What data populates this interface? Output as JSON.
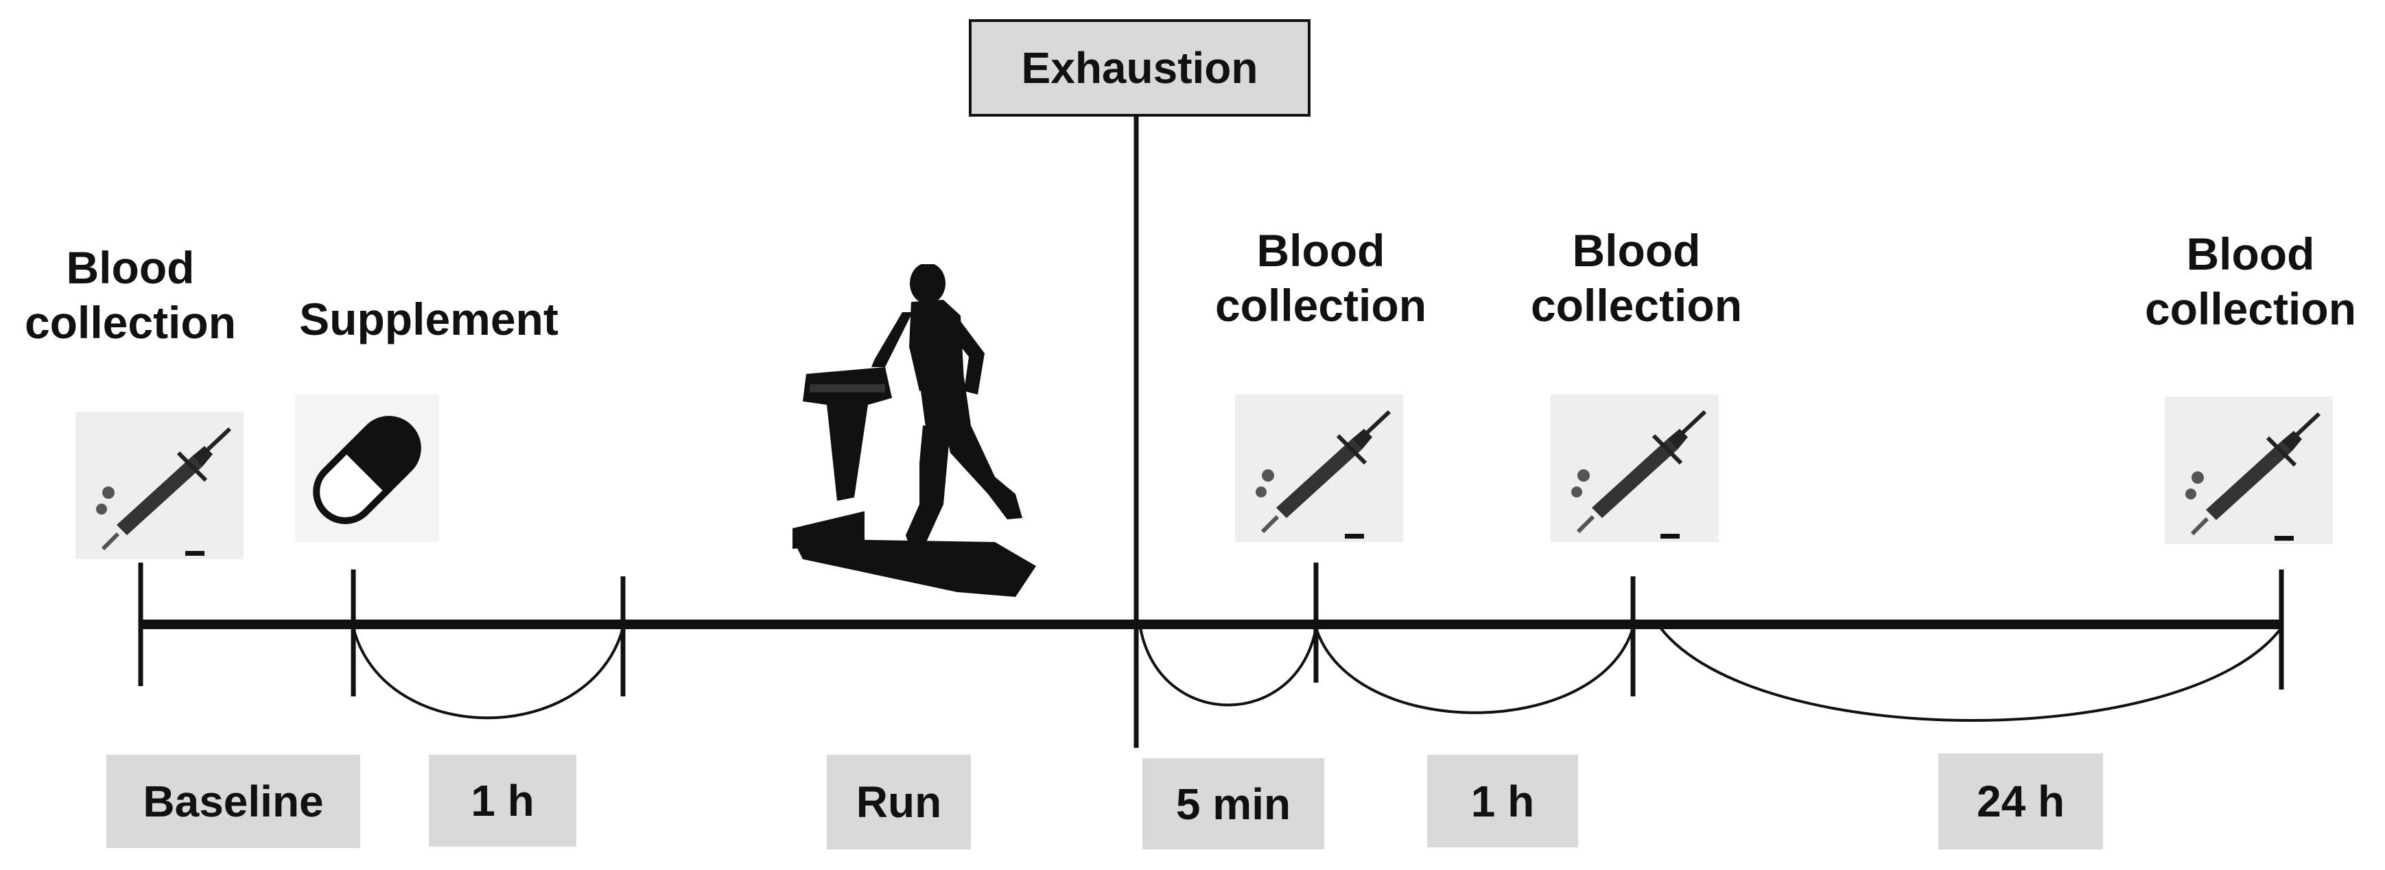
{
  "milestone": {
    "label": "Exhaustion"
  },
  "events": [
    {
      "line1": "Blood",
      "line2": "collection",
      "icon": "syringe-icon"
    },
    {
      "line1": "Supplement",
      "icon": "capsule-icon"
    },
    {
      "icon": "treadmill-runner-icon"
    },
    {
      "line1": "Blood",
      "line2": "collection",
      "icon": "syringe-icon"
    },
    {
      "line1": "Blood",
      "line2": "collection",
      "icon": "syringe-icon"
    },
    {
      "line1": "Blood",
      "line2": "collection",
      "icon": "syringe-icon"
    }
  ],
  "phases": [
    "Baseline",
    "1 h",
    "Run",
    "5 min",
    "1 h",
    "24 h"
  ],
  "colors": {
    "line": "#111111",
    "box_fill": "#d9d9d9",
    "icon_bg": "#eeeeee"
  }
}
